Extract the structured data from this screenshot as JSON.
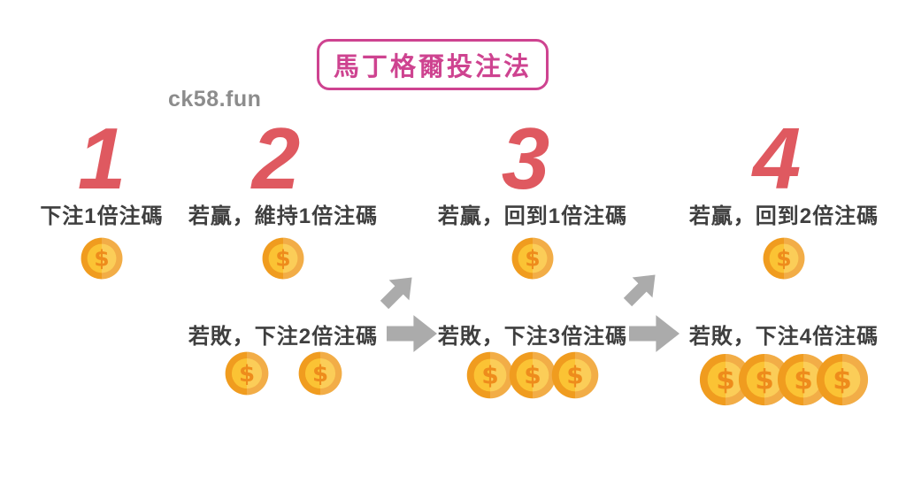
{
  "title": {
    "text": "馬丁格爾投注法"
  },
  "watermark": {
    "text": "ck58.fun"
  },
  "coin": {
    "symbol": "$"
  },
  "steps": [
    {
      "number": "1",
      "win_label": "下注1倍注碼",
      "win_coins": 1,
      "lose_label": null,
      "lose_coins": 0
    },
    {
      "number": "2",
      "win_label": "若贏，維持1倍注碼",
      "win_coins": 1,
      "lose_label": "若敗，下注2倍注碼",
      "lose_coins": 2
    },
    {
      "number": "3",
      "win_label": "若贏，回到1倍注碼",
      "win_coins": 1,
      "lose_label": "若敗，下注3倍注碼",
      "lose_coins": 3
    },
    {
      "number": "4",
      "win_label": "若贏，回到2倍注碼",
      "win_coins": 1,
      "lose_label": "若敗，下注4倍注碼",
      "lose_coins": 4
    }
  ],
  "flow_arrows": [
    {
      "direction": "up-right",
      "from": "step-2-lose",
      "to": "step-3-win"
    },
    {
      "direction": "right",
      "from": "step-2-lose",
      "to": "step-3-lose"
    },
    {
      "direction": "up-right",
      "from": "step-3-lose",
      "to": "step-4-win"
    },
    {
      "direction": "right",
      "from": "step-3-lose",
      "to": "step-4-lose"
    }
  ],
  "colors": {
    "page_bg": "#ffffff",
    "accent_pink": "#ce4390",
    "number_red": "#df5960",
    "text_dark": "#3f3f3f",
    "watermark_gray": "#8c8c8c",
    "arrow_gray": "#ababab",
    "coin_outer": "#f09c1f",
    "coin_inner": "#fbc334",
    "coin_symbol": "#ee8c1c"
  }
}
